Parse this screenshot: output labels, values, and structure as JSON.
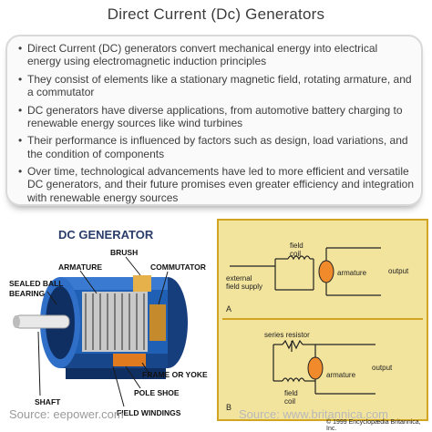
{
  "title": "Direct Current (Dc) Generators",
  "bullets": [
    "Direct Current (DC) generators convert mechanical energy into electrical energy using electromagnetic induction principles",
    "They consist of elements like a stationary magnetic field, rotating armature, and a commutator",
    "DC generators have diverse applications, from automotive battery charging to renewable energy sources like wind turbines",
    "Their performance is influenced by factors such as design, load variations, and the condition of components",
    "Over time, technological advancements have led to more efficient and versatile DC generators, and their future promises even greater efficiency and integration with renewable energy sources"
  ],
  "left_diagram": {
    "heading": "DC GENERATOR",
    "labels": {
      "brush": "BRUSH",
      "armature": "ARMATURE",
      "commutator": "COMMUTATOR",
      "sealed_ball": "SEALED BALL",
      "bearing": "BEARING",
      "frame": "FRAME OR YOKE",
      "pole_shoe": "POLE SHOE",
      "shaft": "SHAFT",
      "field_windings": "FIELD WINDINGS"
    },
    "source": "Source: eepower.com"
  },
  "right_diagram": {
    "panel_a": {
      "field_coil_1": "field",
      "field_coil_2": "coil",
      "external_1": "external",
      "external_2": "field supply",
      "armature": "armature",
      "output": "output",
      "letter": "A"
    },
    "panel_b": {
      "series_resistor": "series resistor",
      "field_1": "field",
      "field_2": "coil",
      "armature": "armature",
      "output": "output",
      "letter": "B"
    },
    "credit": "© 1999 Encyclopædia Britannica, Inc.",
    "source": "Source: www.britannica.com"
  },
  "colors": {
    "panel_bg": "#f3e49d",
    "panel_border": "#d1a421",
    "armature_fill": "#f08a2a",
    "motor_blue": "#1f5fb4"
  }
}
